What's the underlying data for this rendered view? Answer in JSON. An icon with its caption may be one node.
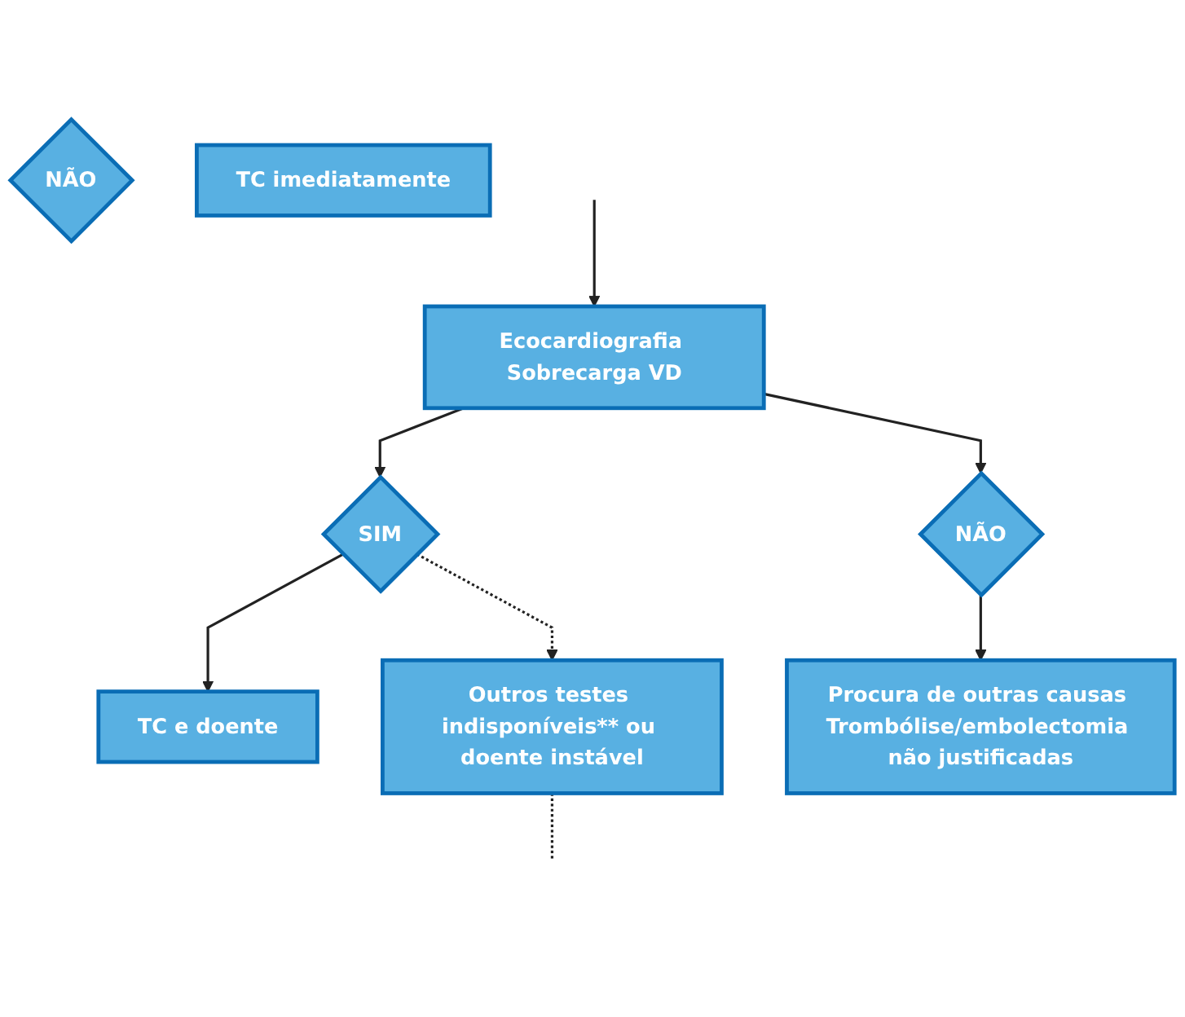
{
  "diagram": {
    "nodes": [
      {
        "text": [
          "NÃO"
        ]
      },
      {
        "text": [
          "TC imediatamente"
        ]
      },
      {
        "text": [
          "Ecocardiografia Sobrecarga VD"
        ]
      },
      {
        "text": [
          "NÃO"
        ]
      },
      {
        "text": [
          "SIM"
        ]
      },
      {
        "text": [
          "TC e doente"
        ]
      },
      {
        "text": [
          "Outros testes indisponíveis** ou doente instável"
        ]
      },
      {
        "text": [
          "Procura de outras causas Trombólise/embolectomia não justificadas"
        ]
      }
    ],
    "edges": [
      {
        "from": null,
        "to": 2,
        "arrow": "to"
      },
      {
        "from": 2,
        "to": 3,
        "arrow": "to"
      },
      {
        "from": 2,
        "to": 4,
        "arrow": "to"
      },
      {
        "from": 4,
        "to": 5,
        "arrow": "to"
      },
      {
        "from": 4,
        "to": 6,
        "arrow": "to",
        "style": "dashed"
      },
      {
        "from": 3,
        "to": 7,
        "arrow": "to"
      },
      {
        "from": 6,
        "to": null,
        "arrow": "none",
        "style": "dashed"
      }
    ]
  }
}
